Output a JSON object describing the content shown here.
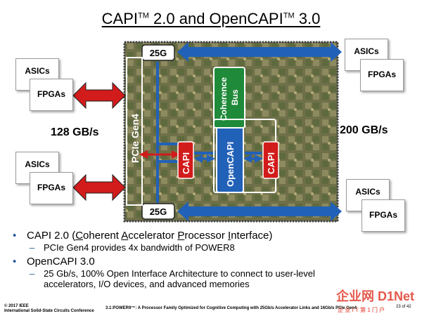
{
  "title": {
    "part1": "CAPI",
    "tm1": "TM",
    "part2": " 2.0 and OpenCAPI",
    "tm2": "TM",
    "part3": " 3.0"
  },
  "chip": {
    "pcie": "PCIe Gen4",
    "capi_left": "CAPI",
    "opencapi": "OpenCAPI",
    "capi_right": "CAPI",
    "coherence_line1": "Coherence",
    "coherence_line2": "Bus",
    "link_top": "25G",
    "link_bottom": "25G"
  },
  "left": {
    "asics_top": "ASICs",
    "fpgas_top": "FPGAs",
    "asics_bottom": "ASICs",
    "fpgas_bottom": "FPGAs",
    "bandwidth": "128 GB/s"
  },
  "right": {
    "asics_top": "ASICs",
    "fpgas_top": "FPGAs",
    "asics_bottom": "ASICs",
    "fpgas_bottom": "FPGAs",
    "bandwidth": "200 GB/s"
  },
  "bullets": {
    "b1_pre": "CAPI 2.0 (",
    "b1_c": "C",
    "b1_w1": "oherent ",
    "b1_a": "A",
    "b1_w2": "ccelerator ",
    "b1_p": "P",
    "b1_w3": "rocessor ",
    "b1_i": "I",
    "b1_w4": "nterface)",
    "b1_sub": "PCIe Gen4 provides 4x bandwidth of POWER8",
    "b2": "OpenCAPI 3.0",
    "b2_sub_line1": "25 Gb/s, 100% Open Interface Architecture to connect to user-level",
    "b2_sub_line2": "accelerators, I/O devices,  and advanced memories"
  },
  "footer": {
    "copyright": "© 2017 IEEE",
    "conference": "International Solid-State Circuits Conference",
    "center": "3.1:POWER9™: A Processor Family Optimized for Cognitive Computing with 25Gb/s Accelerator Links and 16Gb/s PCIe Gen4",
    "page": "23 of 42",
    "watermark": "企业网 D1Net",
    "watermark_sub": "企 业 I T 第 1 门 户"
  },
  "colors": {
    "link_blue": "#2261b8",
    "capi_red": "#d21b1b",
    "bus_green": "#1f8a3a",
    "chip_bg": "#7a7a52"
  }
}
